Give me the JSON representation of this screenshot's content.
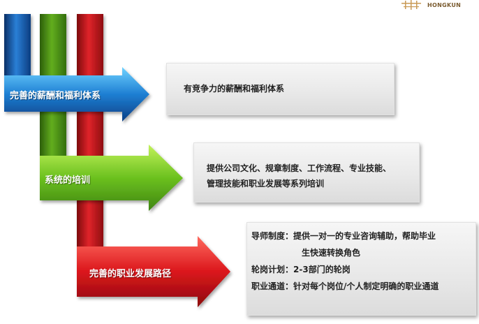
{
  "logo": {
    "text": "HONGKUN",
    "icon": "hongkun-logo-icon"
  },
  "colors": {
    "blue": "#1d6fc4",
    "green": "#5fb51c",
    "red": "#d0151b",
    "box": "#e8e8e8"
  },
  "tiers": [
    {
      "label": "完善的薪酬和福利体系",
      "description": "有竞争力的薪酬和福利体系"
    },
    {
      "label": "系统的培训",
      "description": [
        "提供公司文化、规章制度、工作流程、专业技能、",
        "管理技能和职业发展等系列培训"
      ]
    },
    {
      "label": "完善的职业发展路径",
      "items": [
        {
          "term": "导师制度",
          "text": "：提供一对一的专业咨询辅助，帮助毕业"
        },
        {
          "term": "",
          "text": "生快速转换角色"
        },
        {
          "term": "轮岗计划",
          "text": "：2-3部门的轮岗"
        },
        {
          "term": "职业通道",
          "text": "：针对每个岗位/个人制定明确的职业通道"
        }
      ]
    }
  ]
}
